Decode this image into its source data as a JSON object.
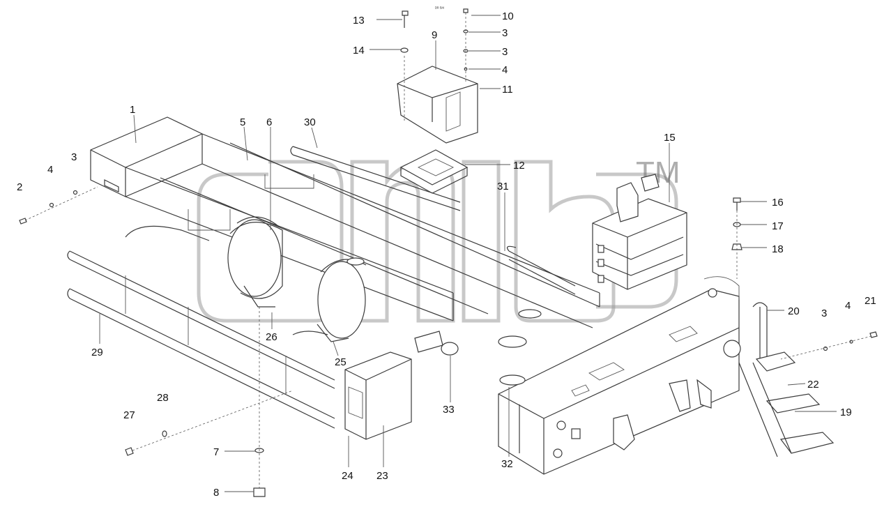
{
  "diagram": {
    "watermark_text": "TM",
    "corner_mark": "ᴰᴿ ᴮᴬᴵ",
    "callouts": [
      {
        "id": "c1",
        "label": "1"
      },
      {
        "id": "c2",
        "label": "2"
      },
      {
        "id": "c3a",
        "label": "3"
      },
      {
        "id": "c3b",
        "label": "3"
      },
      {
        "id": "c3c",
        "label": "3"
      },
      {
        "id": "c3d",
        "label": "3"
      },
      {
        "id": "c4a",
        "label": "4"
      },
      {
        "id": "c4b",
        "label": "4"
      },
      {
        "id": "c4c",
        "label": "4"
      },
      {
        "id": "c5",
        "label": "5"
      },
      {
        "id": "c6",
        "label": "6"
      },
      {
        "id": "c7",
        "label": "7"
      },
      {
        "id": "c8",
        "label": "8"
      },
      {
        "id": "c9",
        "label": "9"
      },
      {
        "id": "c10",
        "label": "10"
      },
      {
        "id": "c11",
        "label": "11"
      },
      {
        "id": "c12",
        "label": "12"
      },
      {
        "id": "c13",
        "label": "13"
      },
      {
        "id": "c14",
        "label": "14"
      },
      {
        "id": "c15",
        "label": "15"
      },
      {
        "id": "c16",
        "label": "16"
      },
      {
        "id": "c17",
        "label": "17"
      },
      {
        "id": "c18",
        "label": "18"
      },
      {
        "id": "c19",
        "label": "19"
      },
      {
        "id": "c20",
        "label": "20"
      },
      {
        "id": "c21",
        "label": "21"
      },
      {
        "id": "c22",
        "label": "22"
      },
      {
        "id": "c23",
        "label": "23"
      },
      {
        "id": "c24",
        "label": "24"
      },
      {
        "id": "c25",
        "label": "25"
      },
      {
        "id": "c26",
        "label": "26"
      },
      {
        "id": "c27",
        "label": "27"
      },
      {
        "id": "c28",
        "label": "28"
      },
      {
        "id": "c29",
        "label": "29"
      },
      {
        "id": "c30",
        "label": "30"
      },
      {
        "id": "c31",
        "label": "31"
      },
      {
        "id": "c32",
        "label": "32"
      },
      {
        "id": "c33",
        "label": "33"
      }
    ]
  }
}
